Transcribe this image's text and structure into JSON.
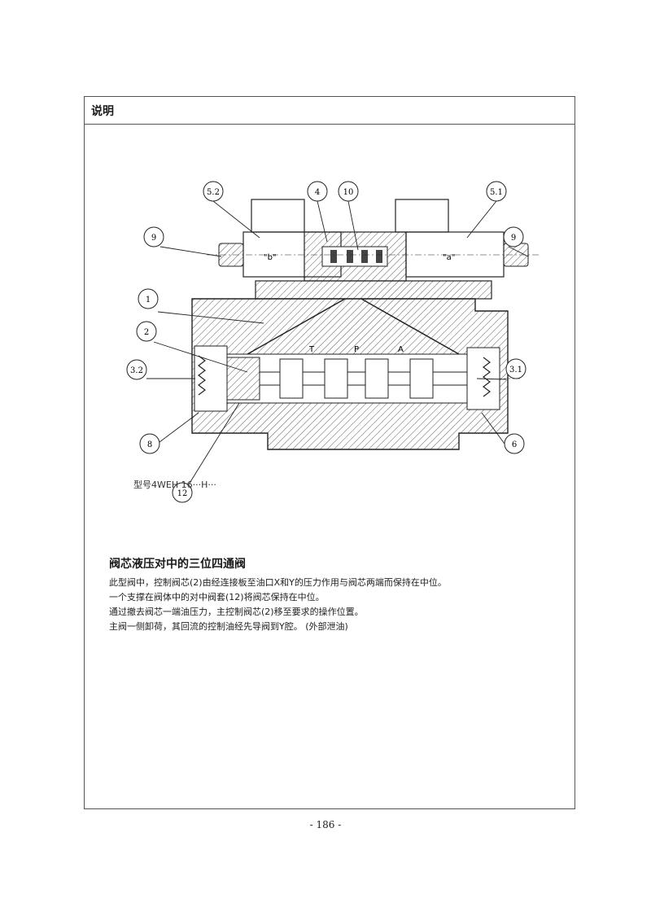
{
  "header": {
    "title": "说明"
  },
  "figure": {
    "callouts": [
      "5.2",
      "4",
      "10",
      "5.1",
      "9",
      "9",
      "1",
      "2",
      "3.2",
      "3.1",
      "8",
      "6",
      "12"
    ],
    "port_labels": {
      "b": "\"b\"",
      "a": "\"a\"",
      "T": "T",
      "P": "P",
      "A": "A"
    },
    "caption": "型号4WEH 16···H···"
  },
  "section": {
    "title": "阀芯液压对中的三位四通阀",
    "paragraphs": [
      "此型阀中，控制阀芯(2)由经连接板至油口X和Y的压力作用与阀芯两端而保持在中位。",
      "一个支撑在阀体中的对中阀套(12)将阀芯保持在中位。",
      "通过撤去阀芯一端油压力，主控制阀芯(2)移至要求的操作位置。",
      "主阀一侧卸荷，其回流的控制油经先导阀到Y腔。 (外部泄油)"
    ]
  },
  "page_number": "- 186 -"
}
